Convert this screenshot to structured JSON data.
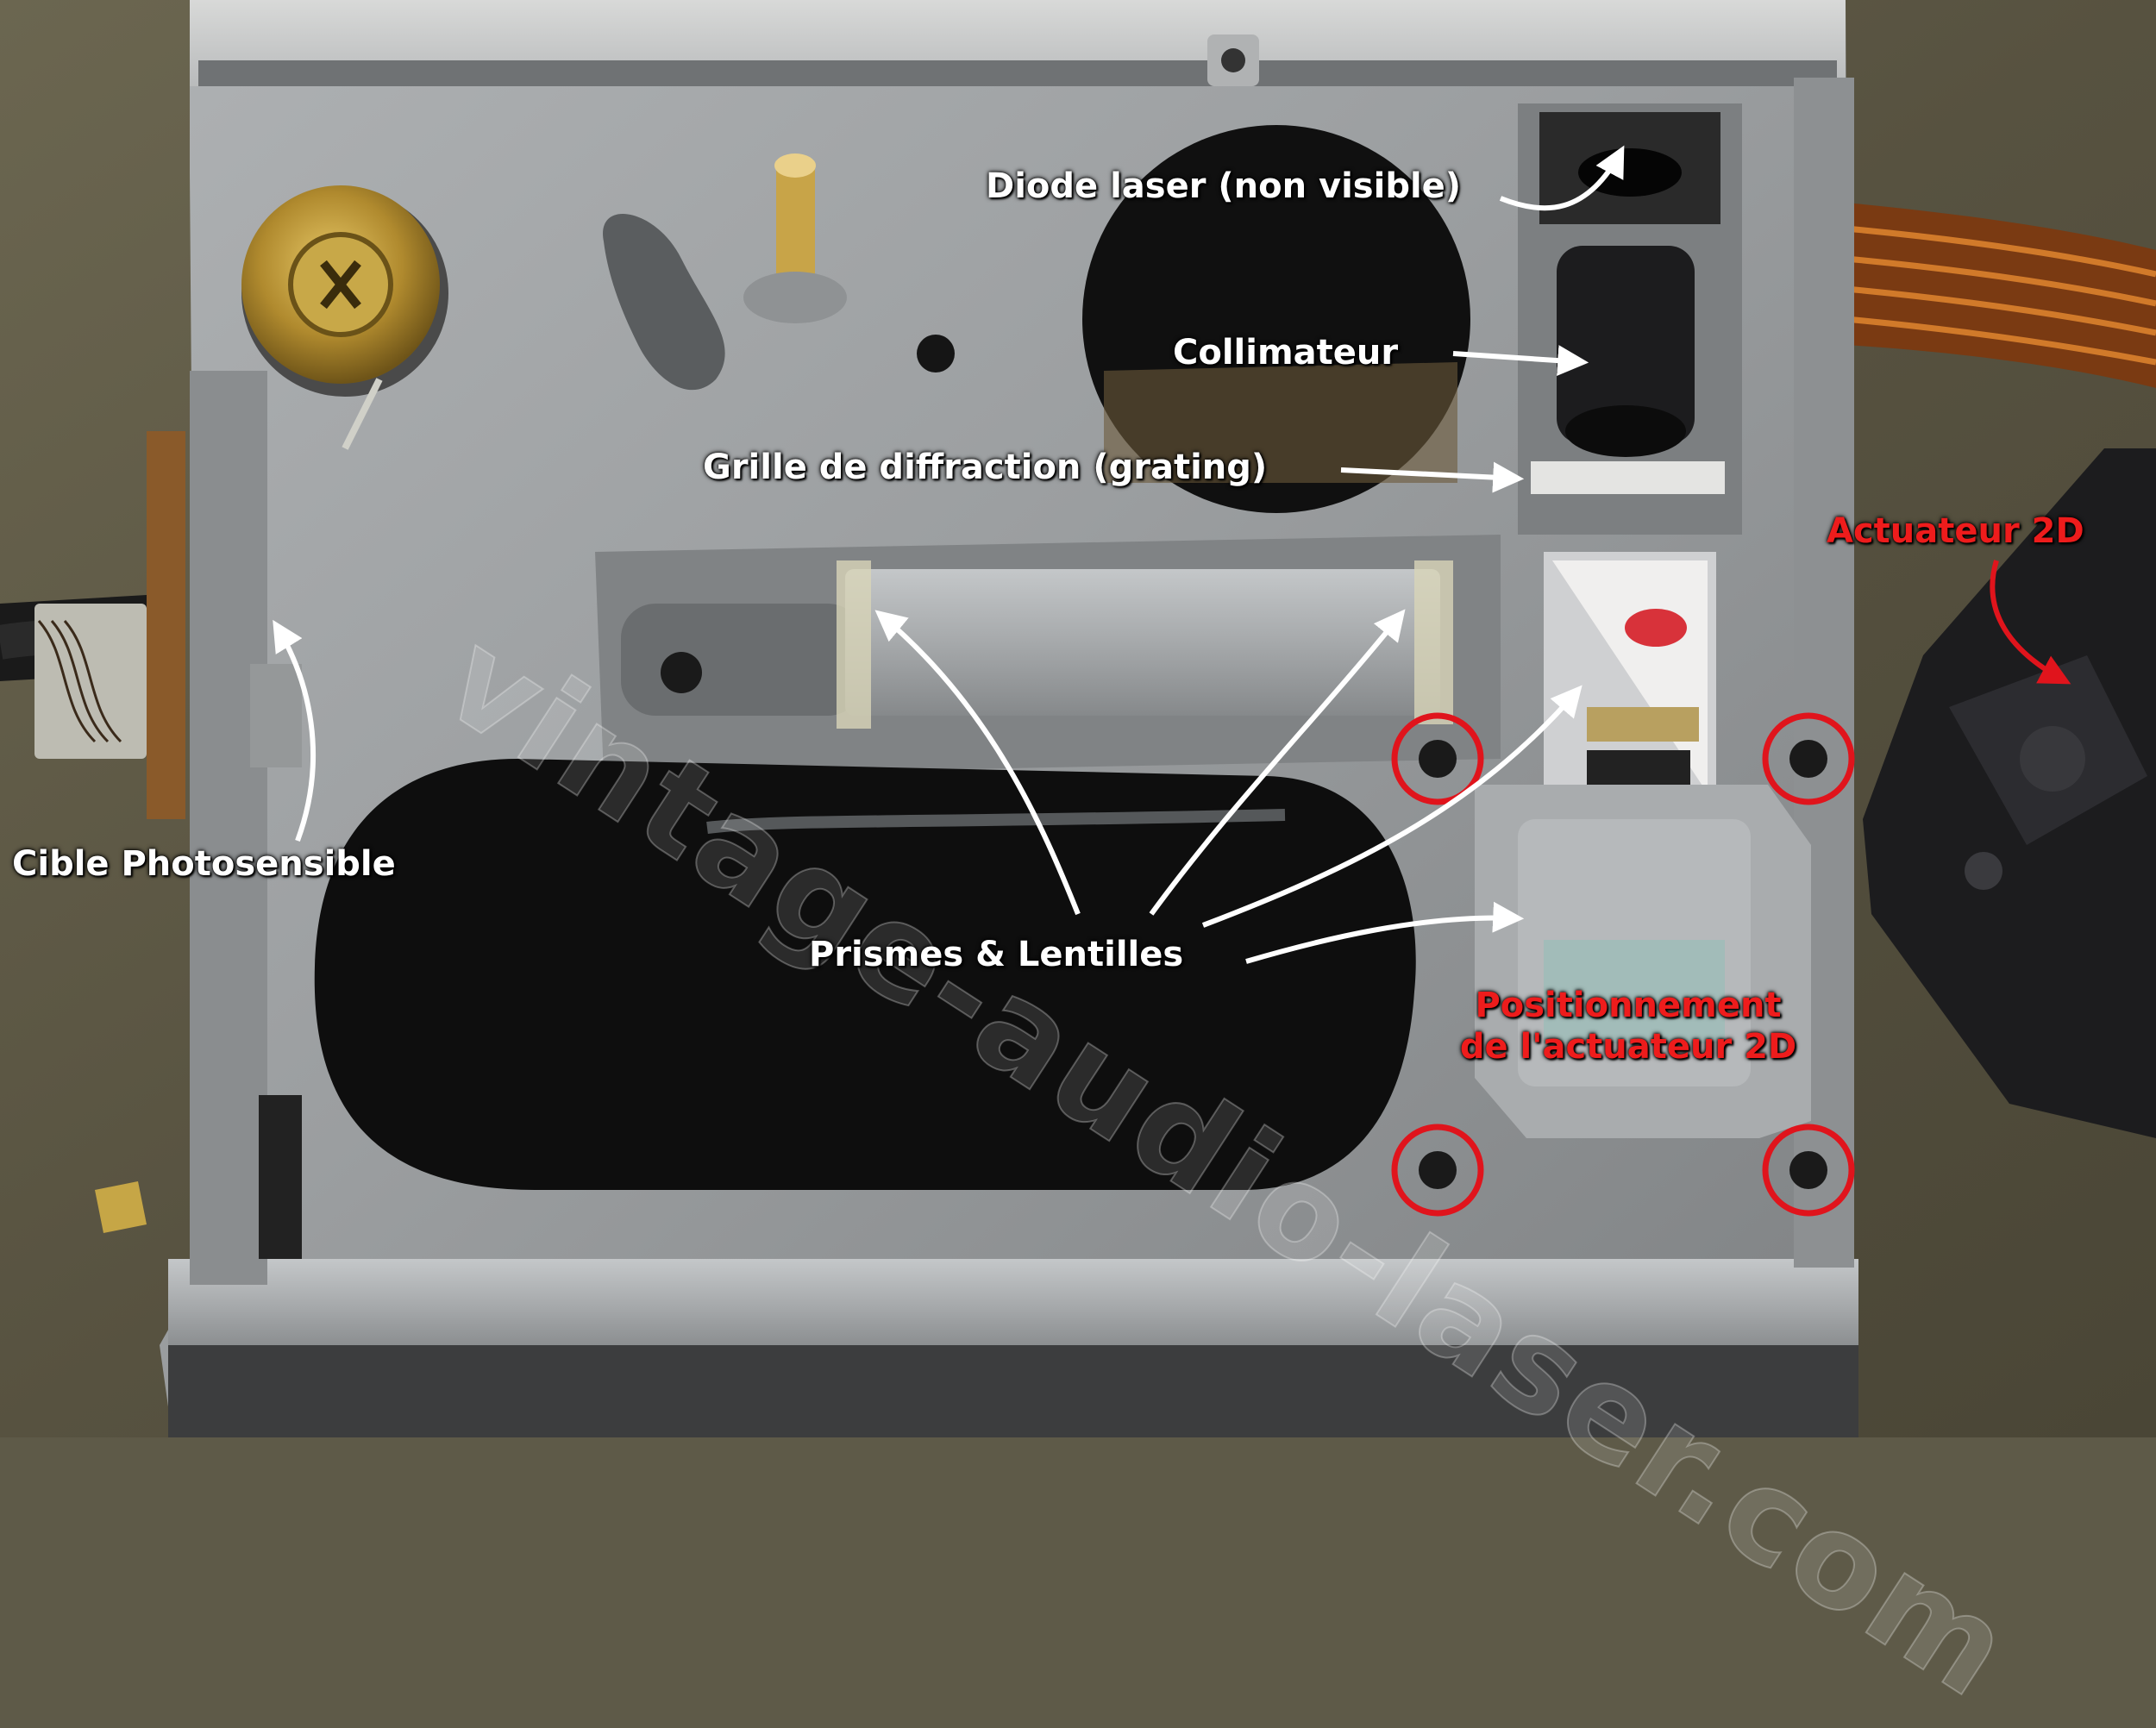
{
  "watermark": "vintage-audio-laser.com",
  "labels": {
    "diode": "Diode laser (non visible)",
    "collimateur": "Collimateur",
    "grille": "Grille de diffraction (grating)",
    "cible": "Cible Photosensible",
    "prismes": "Prismes & Lentilles",
    "actuateur": "Actuateur 2D",
    "position_line1": "Positionnement",
    "position_line2": "de l'actuateur 2D"
  },
  "colors": {
    "label_white": "#ffffff",
    "label_red": "#ee1c1c",
    "marker_circle": "#e0141c"
  }
}
